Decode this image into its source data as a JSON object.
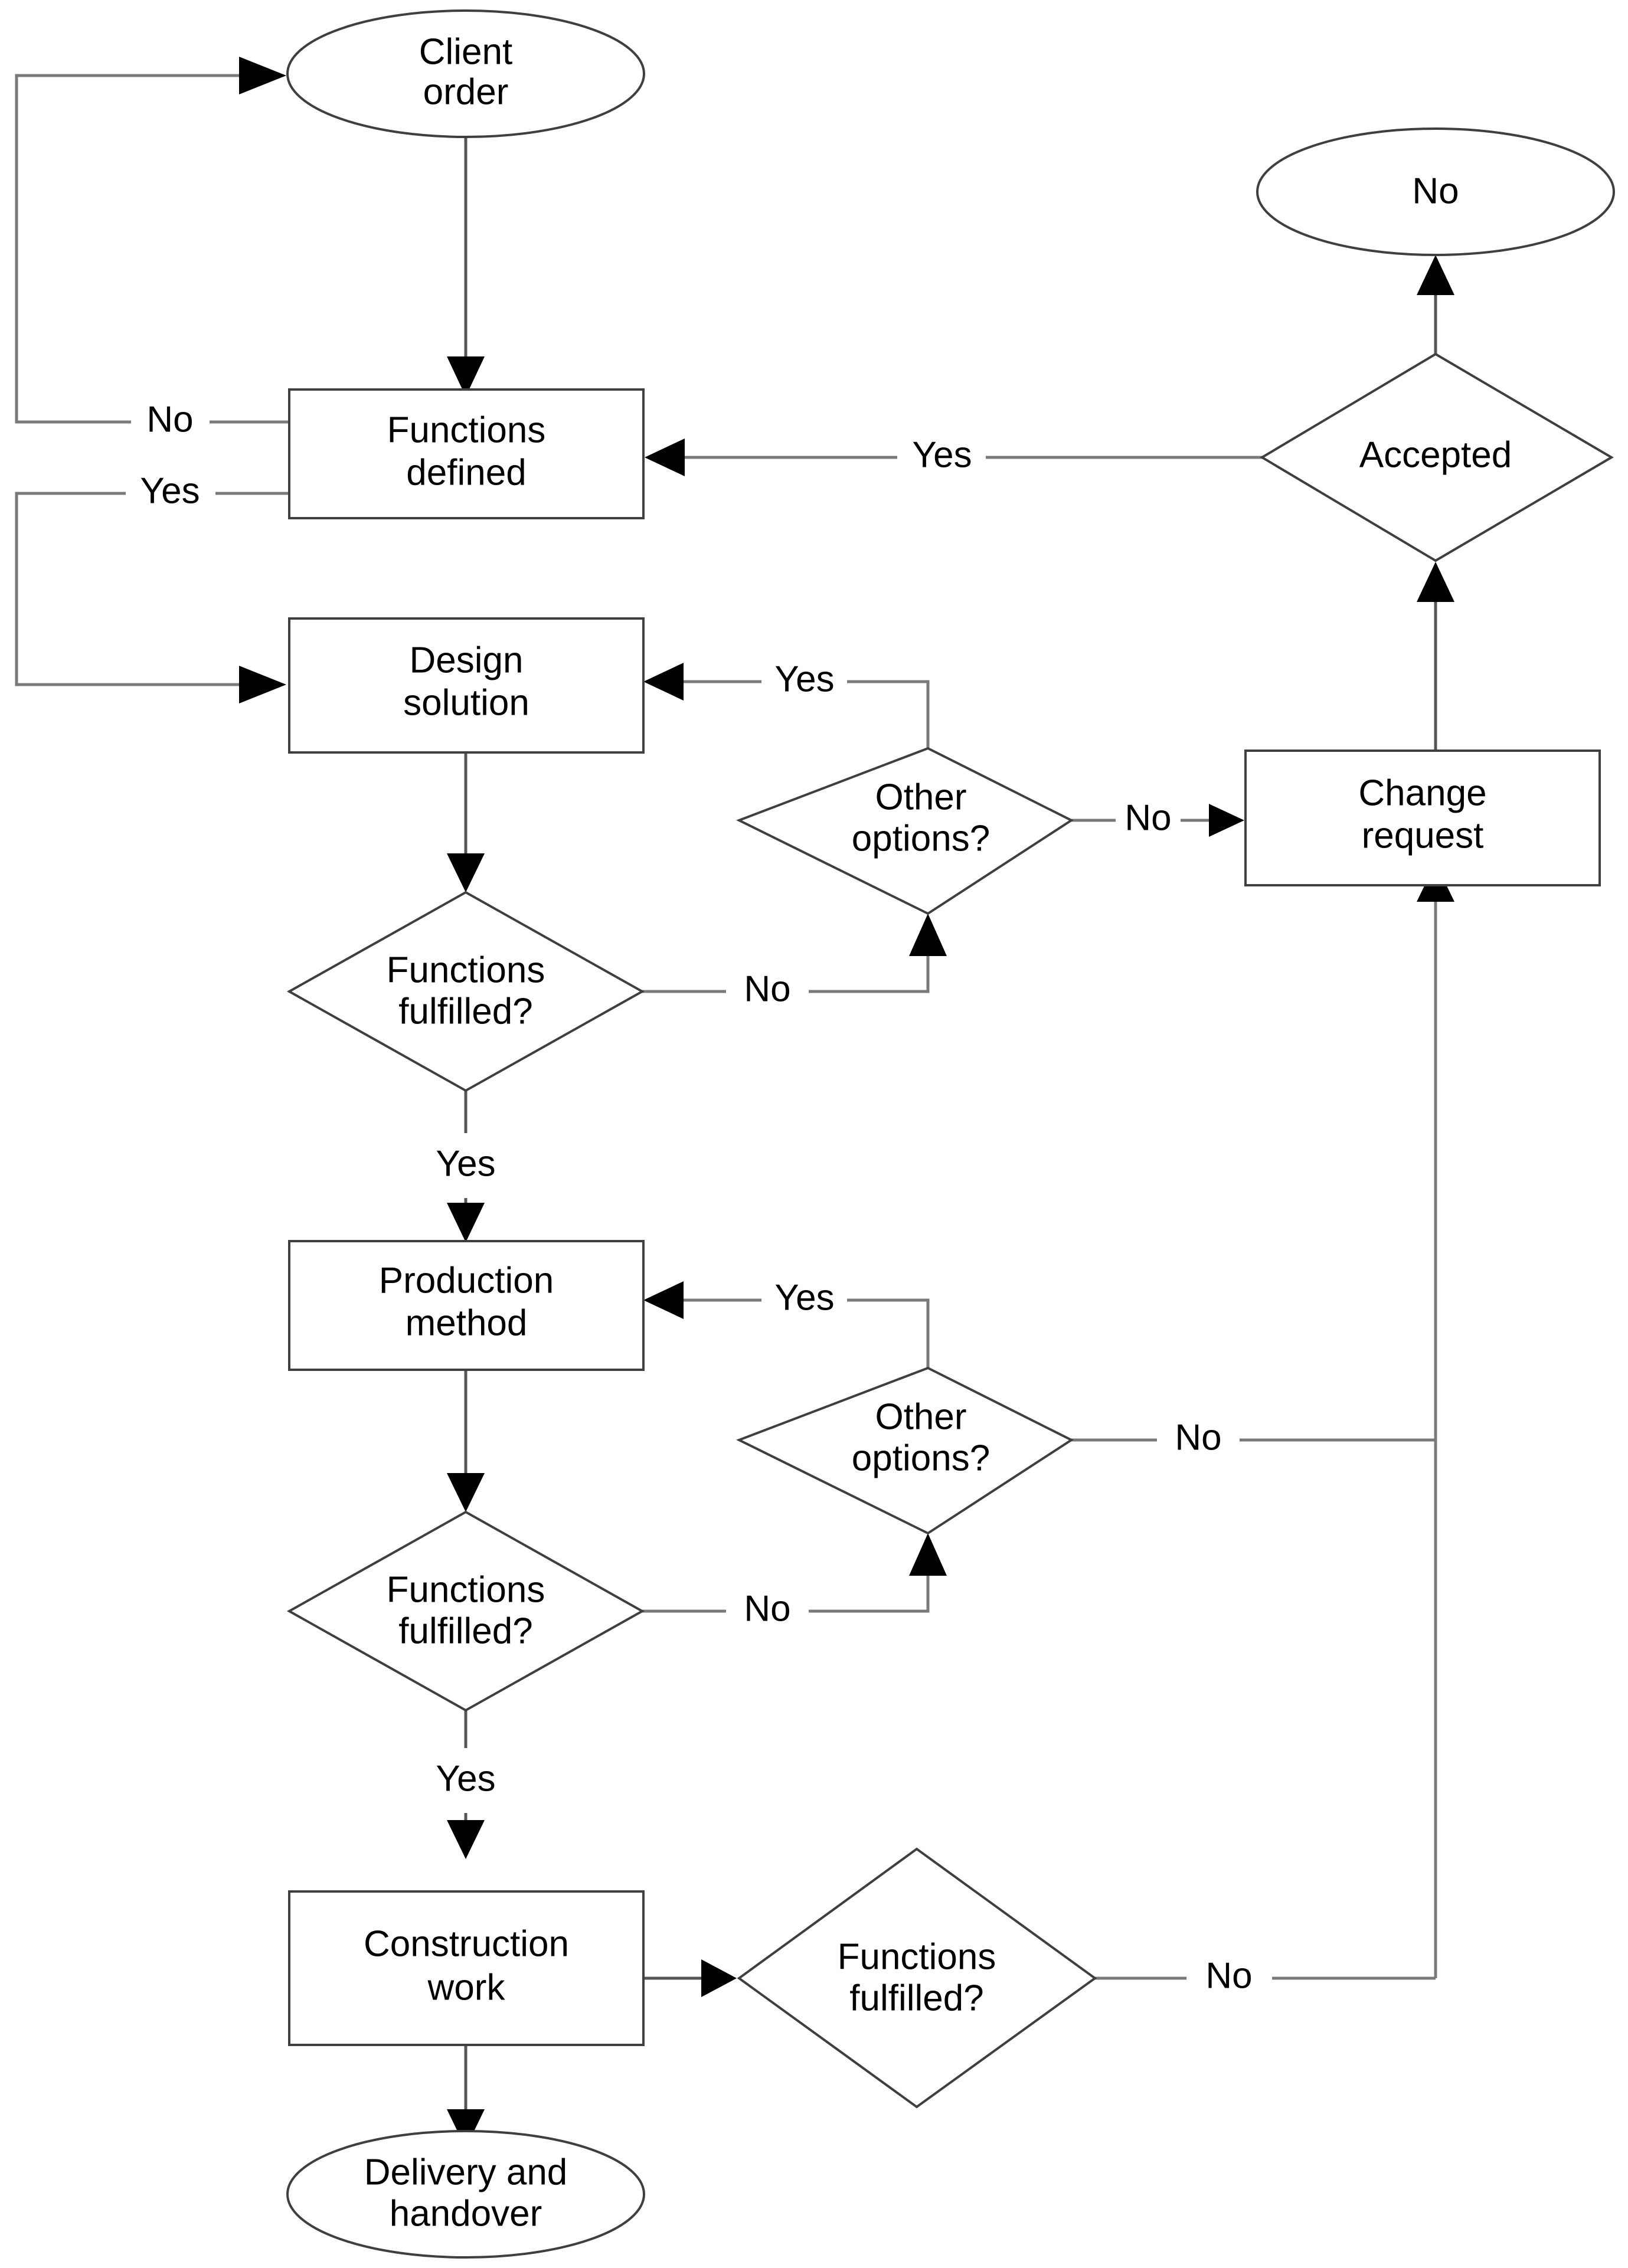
{
  "diagram": {
    "type": "flowchart",
    "title": "",
    "colors": {
      "background": "#ffffff",
      "shape_stroke": "#3f3f3f",
      "connector_stroke": "#7a7a7a",
      "text": "#000000",
      "arrowhead": "#000000"
    },
    "nodes": [
      {
        "id": "client-order",
        "shape": "ellipse",
        "line1": "Client",
        "line2": "order"
      },
      {
        "id": "functions-defined",
        "shape": "rectangle",
        "line1": "Functions",
        "line2": "defined"
      },
      {
        "id": "design-solution",
        "shape": "rectangle",
        "line1": "Design",
        "line2": "solution"
      },
      {
        "id": "functions-fulfilled-1",
        "shape": "diamond",
        "line1": "Functions",
        "line2": "fulfilled?"
      },
      {
        "id": "other-options-1",
        "shape": "diamond",
        "line1": "Other",
        "line2": "options?"
      },
      {
        "id": "change-request",
        "shape": "rectangle",
        "line1": "Change",
        "line2": "request"
      },
      {
        "id": "accepted",
        "shape": "diamond",
        "line1": "Accepted",
        "line2": ""
      },
      {
        "id": "no-terminal",
        "shape": "ellipse",
        "line1": "No",
        "line2": ""
      },
      {
        "id": "production-method",
        "shape": "rectangle",
        "line1": "Production",
        "line2": "method"
      },
      {
        "id": "other-options-2",
        "shape": "diamond",
        "line1": "Other",
        "line2": "options?"
      },
      {
        "id": "functions-fulfilled-2",
        "shape": "diamond",
        "line1": "Functions",
        "line2": "fulfilled?"
      },
      {
        "id": "construction-work",
        "shape": "rectangle",
        "line1": "Construction",
        "line2": "work"
      },
      {
        "id": "functions-fulfilled-3",
        "shape": "diamond",
        "line1": "Functions",
        "line2": "fulfilled?"
      },
      {
        "id": "delivery-handover",
        "shape": "ellipse",
        "line1": "Delivery and",
        "line2": "handover"
      }
    ],
    "edge_labels": [
      {
        "id": "edge-label-functions-defined-no",
        "text": "No"
      },
      {
        "id": "edge-label-functions-defined-yes",
        "text": "Yes"
      },
      {
        "id": "edge-label-accepted-yes",
        "text": "Yes"
      },
      {
        "id": "edge-label-other-options-1-yes",
        "text": "Yes"
      },
      {
        "id": "edge-label-other-options-1-no",
        "text": "No"
      },
      {
        "id": "edge-label-functions-fulfilled-1-no",
        "text": "No"
      },
      {
        "id": "edge-label-functions-fulfilled-1-yes",
        "text": "Yes"
      },
      {
        "id": "edge-label-other-options-2-yes",
        "text": "Yes"
      },
      {
        "id": "edge-label-other-options-2-no",
        "text": "No"
      },
      {
        "id": "edge-label-functions-fulfilled-2-no",
        "text": "No"
      },
      {
        "id": "edge-label-functions-fulfilled-2-yes",
        "text": "Yes"
      },
      {
        "id": "edge-label-functions-fulfilled-3-no",
        "text": "No"
      }
    ],
    "edges": [
      {
        "from": "client-order",
        "to": "functions-defined",
        "label": ""
      },
      {
        "from": "functions-defined",
        "to": "client-order",
        "label": "No"
      },
      {
        "from": "functions-defined",
        "to": "design-solution",
        "label": "Yes"
      },
      {
        "from": "design-solution",
        "to": "functions-fulfilled-1",
        "label": ""
      },
      {
        "from": "functions-fulfilled-1",
        "to": "other-options-1",
        "label": "No"
      },
      {
        "from": "functions-fulfilled-1",
        "to": "production-method",
        "label": "Yes"
      },
      {
        "from": "other-options-1",
        "to": "design-solution",
        "label": "Yes"
      },
      {
        "from": "other-options-1",
        "to": "change-request",
        "label": "No"
      },
      {
        "from": "change-request",
        "to": "accepted",
        "label": ""
      },
      {
        "from": "accepted",
        "to": "no-terminal",
        "label": ""
      },
      {
        "from": "accepted",
        "to": "functions-defined",
        "label": "Yes"
      },
      {
        "from": "production-method",
        "to": "functions-fulfilled-2",
        "label": ""
      },
      {
        "from": "functions-fulfilled-2",
        "to": "other-options-2",
        "label": "No"
      },
      {
        "from": "functions-fulfilled-2",
        "to": "construction-work",
        "label": "Yes"
      },
      {
        "from": "other-options-2",
        "to": "production-method",
        "label": "Yes"
      },
      {
        "from": "other-options-2",
        "to": "change-request",
        "label": "No"
      },
      {
        "from": "construction-work",
        "to": "functions-fulfilled-3",
        "label": ""
      },
      {
        "from": "construction-work",
        "to": "delivery-handover",
        "label": ""
      },
      {
        "from": "functions-fulfilled-3",
        "to": "change-request",
        "label": "No"
      }
    ]
  }
}
